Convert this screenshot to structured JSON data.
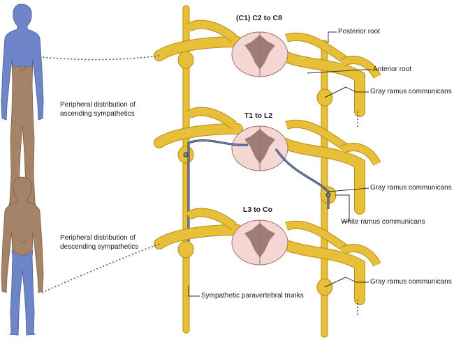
{
  "diagram": {
    "segments": {
      "cervical": "(C1) C2 to C8",
      "thoracolumbar": "T1 to L2",
      "lumbosacral": "L3 to Co"
    },
    "labels": {
      "posterior_root": "Posterior root",
      "anterior_root": "Anterior root",
      "gray_ramus_1": "Gray ramus communicans",
      "gray_ramus_2": "Gray ramus communicans",
      "white_ramus": "White ramus communicans",
      "gray_ramus_3": "Gray ramus communicans",
      "trunks": "Sympathetic paravertebral trunks"
    },
    "captions": {
      "ascending_line1": "Peripheral distribution of",
      "ascending_line2": "ascending sympathetics",
      "descending_line1": "Peripheral distribution of",
      "descending_line2": "descending sympathetics"
    },
    "colors": {
      "nerve": "#e8bf38",
      "nerve_outline": "#b88d10",
      "cord_white": "#f4d6d2",
      "cord_gray": "#a07c78",
      "body_skin": "#a6856a",
      "highlight_blue": "#6e86c9",
      "fiber_blue": "#3d5a8a",
      "fiber_dark": "#2c2c2c"
    }
  }
}
